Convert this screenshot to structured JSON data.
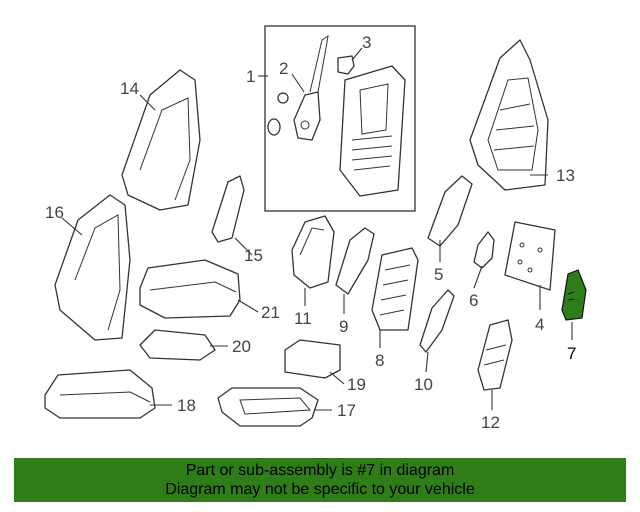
{
  "colors": {
    "highlight": "#2f7d18",
    "line": "#333333",
    "banner_bg": "#2f7d18"
  },
  "callouts": [
    "1",
    "2",
    "3",
    "4",
    "5",
    "6",
    "7",
    "8",
    "9",
    "10",
    "11",
    "12",
    "13",
    "14",
    "15",
    "16",
    "17",
    "18",
    "19",
    "20",
    "21"
  ],
  "highlighted_part": "7",
  "banner": {
    "line1": "Part or sub-assembly is #7 in diagram",
    "line2": "Diagram may not be specific to your vehicle"
  }
}
